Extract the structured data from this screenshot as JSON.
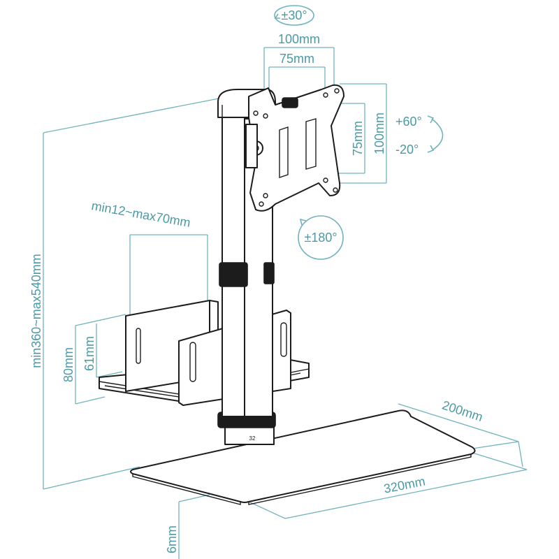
{
  "colors": {
    "dimension": "#6fb3bd",
    "dimension_text": "#4a9aa6",
    "ink": "#1c1c1c",
    "background": "#ffffff"
  },
  "labels": {
    "swivel": "±30°",
    "vesa_100": "100mm",
    "vesa_75": "75mm",
    "vesa_75_v": "75mm",
    "vesa_100_v": "100mm",
    "tilt_up": "+60°",
    "tilt_down": "-20°",
    "rotation": "±180°",
    "cpu_width": "min12~max70mm",
    "height_range": "min360~max540mm",
    "holder_80": "80mm",
    "holder_61": "61mm",
    "base_depth": "200mm",
    "base_width": "320mm",
    "base_thickness": "6mm",
    "collar_mark": "32"
  }
}
